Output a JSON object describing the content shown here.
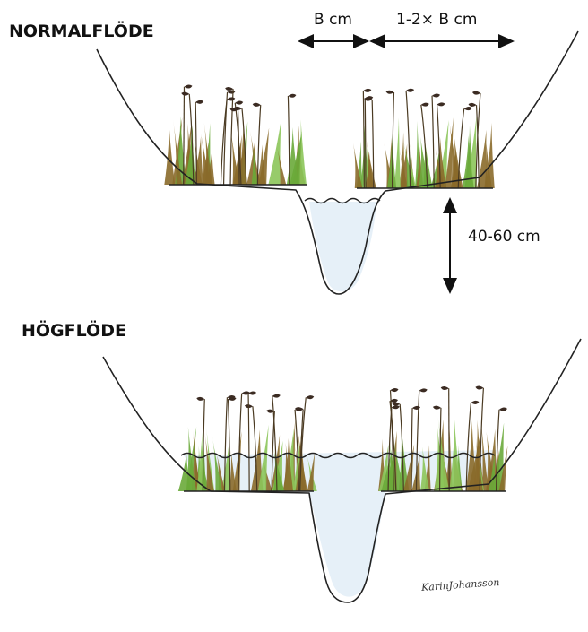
{
  "diagram": {
    "sections": [
      {
        "id": "normal",
        "title": "NORMALFLÖDE"
      },
      {
        "id": "high",
        "title": "HÖGFLÖDE"
      }
    ],
    "dimensions": {
      "channel_width": "B cm",
      "bench_width": "1-2× B cm",
      "channel_depth": "40-60 cm"
    },
    "signature": "KarinJohansson",
    "colors": {
      "water": "#e6f0f8",
      "outline": "#222222",
      "grass_green": "#6aaa3a",
      "grass_light": "#8cc55a",
      "reed_brown": "#8a6a2a",
      "seed_head": "#3b2b22"
    }
  }
}
